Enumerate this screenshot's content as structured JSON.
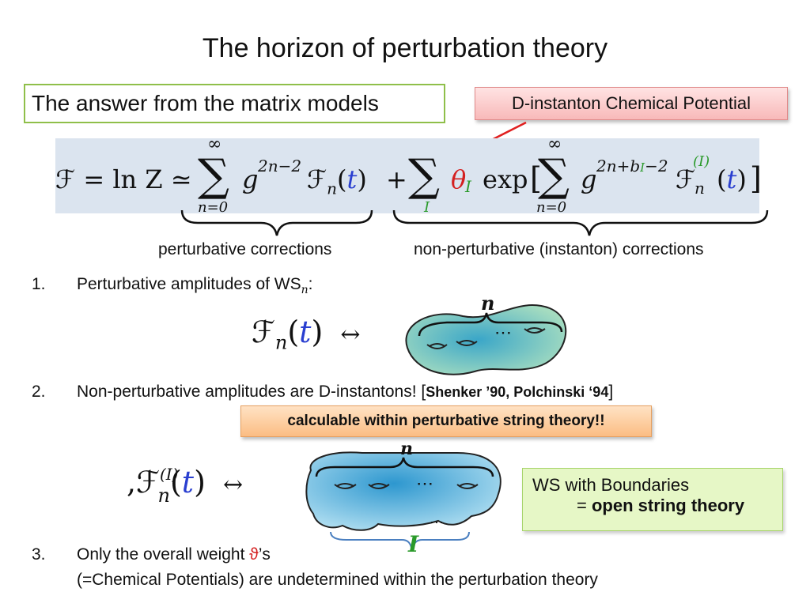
{
  "slide": {
    "title": "The horizon of perturbation theory",
    "answer_box": "The answer from the matrix models",
    "callout_dinstanton": "D-instanton Chemical Potential",
    "formula": {
      "lhs": "ℱ = ln Z ≃",
      "sum_top": "∞",
      "sum_bottom_n": "n=0",
      "sum_bottom_I": "I",
      "g_exp1": "2n−2",
      "g_exp2": "2n+b",
      "g_exp2_I": "I",
      "g_exp2_end": "−2",
      "theta": "θ",
      "theta_sub": "I",
      "exp_text": "exp",
      "t": "t",
      "upper_I": "(I)"
    },
    "brace_labels": {
      "left": "perturbative corrections",
      "right": "non-perturbative (instanton) corrections"
    },
    "items": [
      {
        "num": "1.",
        "text": "Perturbative amplitudes of WS",
        "sub": "n",
        "end": ":"
      },
      {
        "num": "2.",
        "text": "Non-perturbative amplitudes are D-instantons! [",
        "ref": "Shenker ’90, Polchinski ‘94",
        "end": "]"
      },
      {
        "num": "3.",
        "line1a": "Only the overall weight ",
        "theta": "ϑ",
        "line1b": "’s",
        "line2": "(=Chemical Potentials) are undetermined within the perturbation theory"
      }
    ],
    "orange_callout": "calculable within perturbative string theory!!",
    "ws_box": {
      "line1": "WS with Boundaries",
      "eq": "= ",
      "line2": "open string theory"
    },
    "diagram1": {
      "label_n": "n",
      "dots": "⋯",
      "amp": "ℱ",
      "amp_sub": "n",
      "t": "t",
      "arrow": "↔"
    },
    "diagram2": {
      "label_n": "n",
      "label_I": "I",
      "dots": "⋯",
      "comma": ",",
      "amp": "ℱ",
      "amp_sub": "n",
      "amp_sup": "(I)",
      "t": "t",
      "arrow": "↔"
    },
    "colors": {
      "blue": "#2a3fd0",
      "green": "#2a9a2a",
      "red": "#d42020"
    }
  }
}
